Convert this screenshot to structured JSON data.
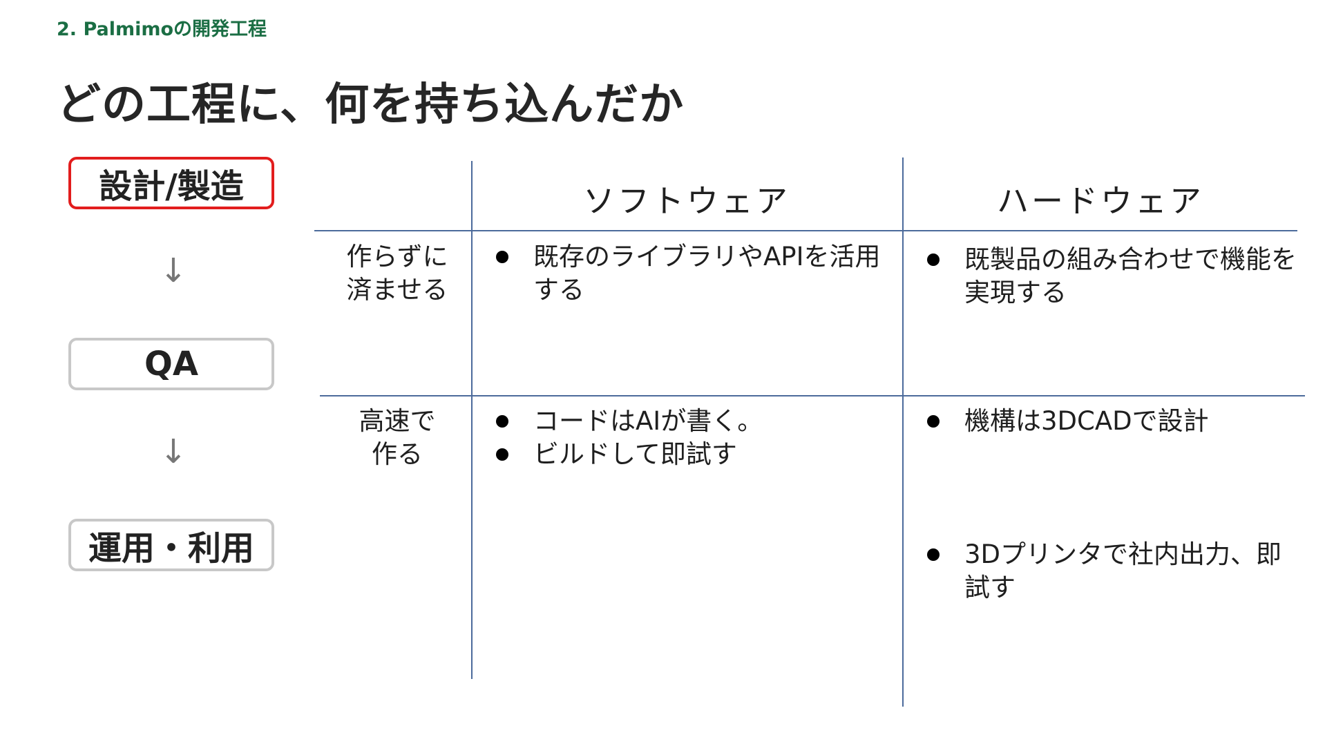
{
  "header": {
    "section_label": "2. Palmimoの開発工程",
    "title": "どの工程に、何を持ち込んだか"
  },
  "process": {
    "stages": [
      {
        "label": "設計/製造",
        "highlighted": true
      },
      {
        "label": "QA",
        "highlighted": false
      },
      {
        "label": "運用・利用",
        "highlighted": false
      }
    ],
    "arrow": "↓",
    "highlight_color": "#e21d1d"
  },
  "table": {
    "columns": [
      "ソフトウェア",
      "ハードウェア"
    ],
    "rows": [
      {
        "label": "作らずに\n済ませる",
        "software": [
          "既存のライブラリやAPIを活用する"
        ],
        "hardware": [
          "既製品の組み合わせで機能を実現する"
        ]
      },
      {
        "label": "高速で\n作る",
        "software": [
          "コードはAIが書く。",
          "ビルドして即試す"
        ],
        "hardware": [
          "機構は3DCADで設計",
          "3Dプリンタで社内出力、即試す"
        ]
      }
    ]
  },
  "colors": {
    "section_label": "#1b6e44",
    "grid_line": "#4b6a9b"
  }
}
